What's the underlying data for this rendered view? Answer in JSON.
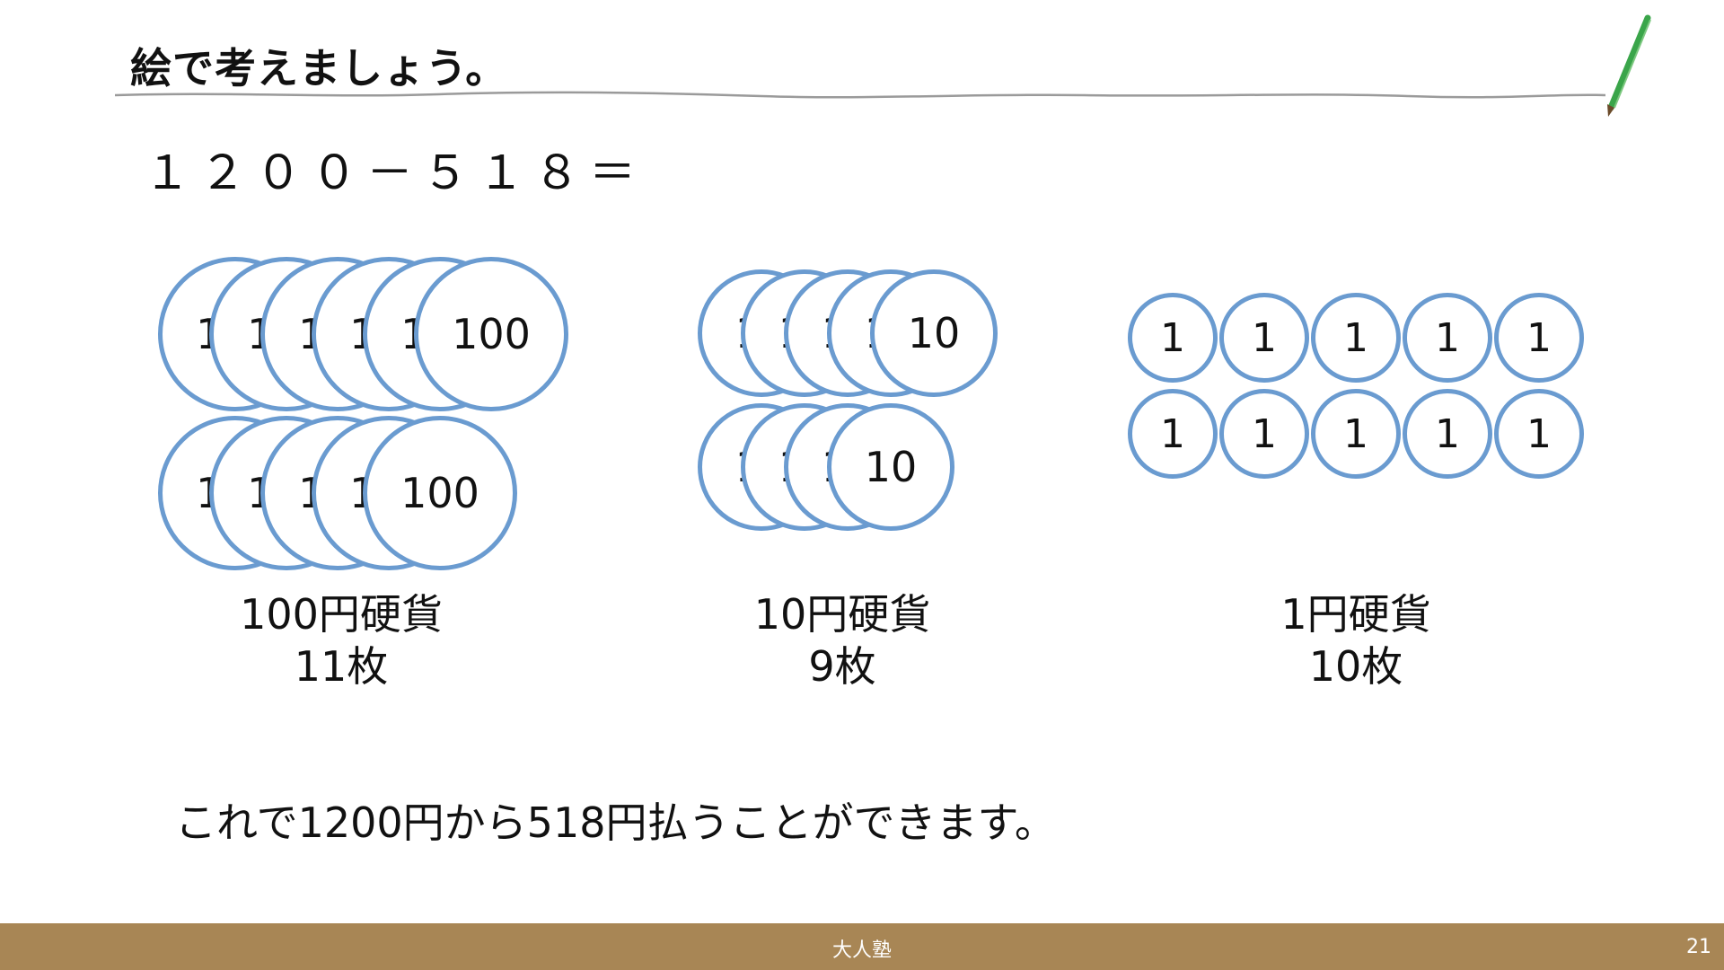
{
  "slide": {
    "title": "絵で考えましょう。",
    "equation": "１２００－５１８＝",
    "conclusion": "これで1200円から518円払うことができます。"
  },
  "coin_groups": [
    {
      "denomination_text": "100",
      "label": "100円硬貨",
      "count_label": "11枚",
      "rows": [
        [
          "100",
          "100",
          "100",
          "100",
          "100",
          "100"
        ],
        [
          "100",
          "100",
          "100",
          "100",
          "100"
        ]
      ]
    },
    {
      "denomination_text": "10",
      "label": "10円硬貨",
      "count_label": "9枚",
      "rows": [
        [
          "10",
          "10",
          "10",
          "10",
          "10"
        ],
        [
          "10",
          "10",
          "10",
          "10"
        ]
      ]
    },
    {
      "denomination_text": "1",
      "label": "1円硬貨",
      "count_label": "10枚",
      "rows": [
        [
          "1",
          "1",
          "1",
          "1",
          "1"
        ],
        [
          "1",
          "1",
          "1",
          "1",
          "1"
        ]
      ]
    }
  ],
  "colors": {
    "coin_border": "#6a9bd0",
    "footer_bar": "#a88655",
    "pencil": "#3aa54a"
  },
  "footer": {
    "brand": "大人塾",
    "page_number": "21"
  }
}
